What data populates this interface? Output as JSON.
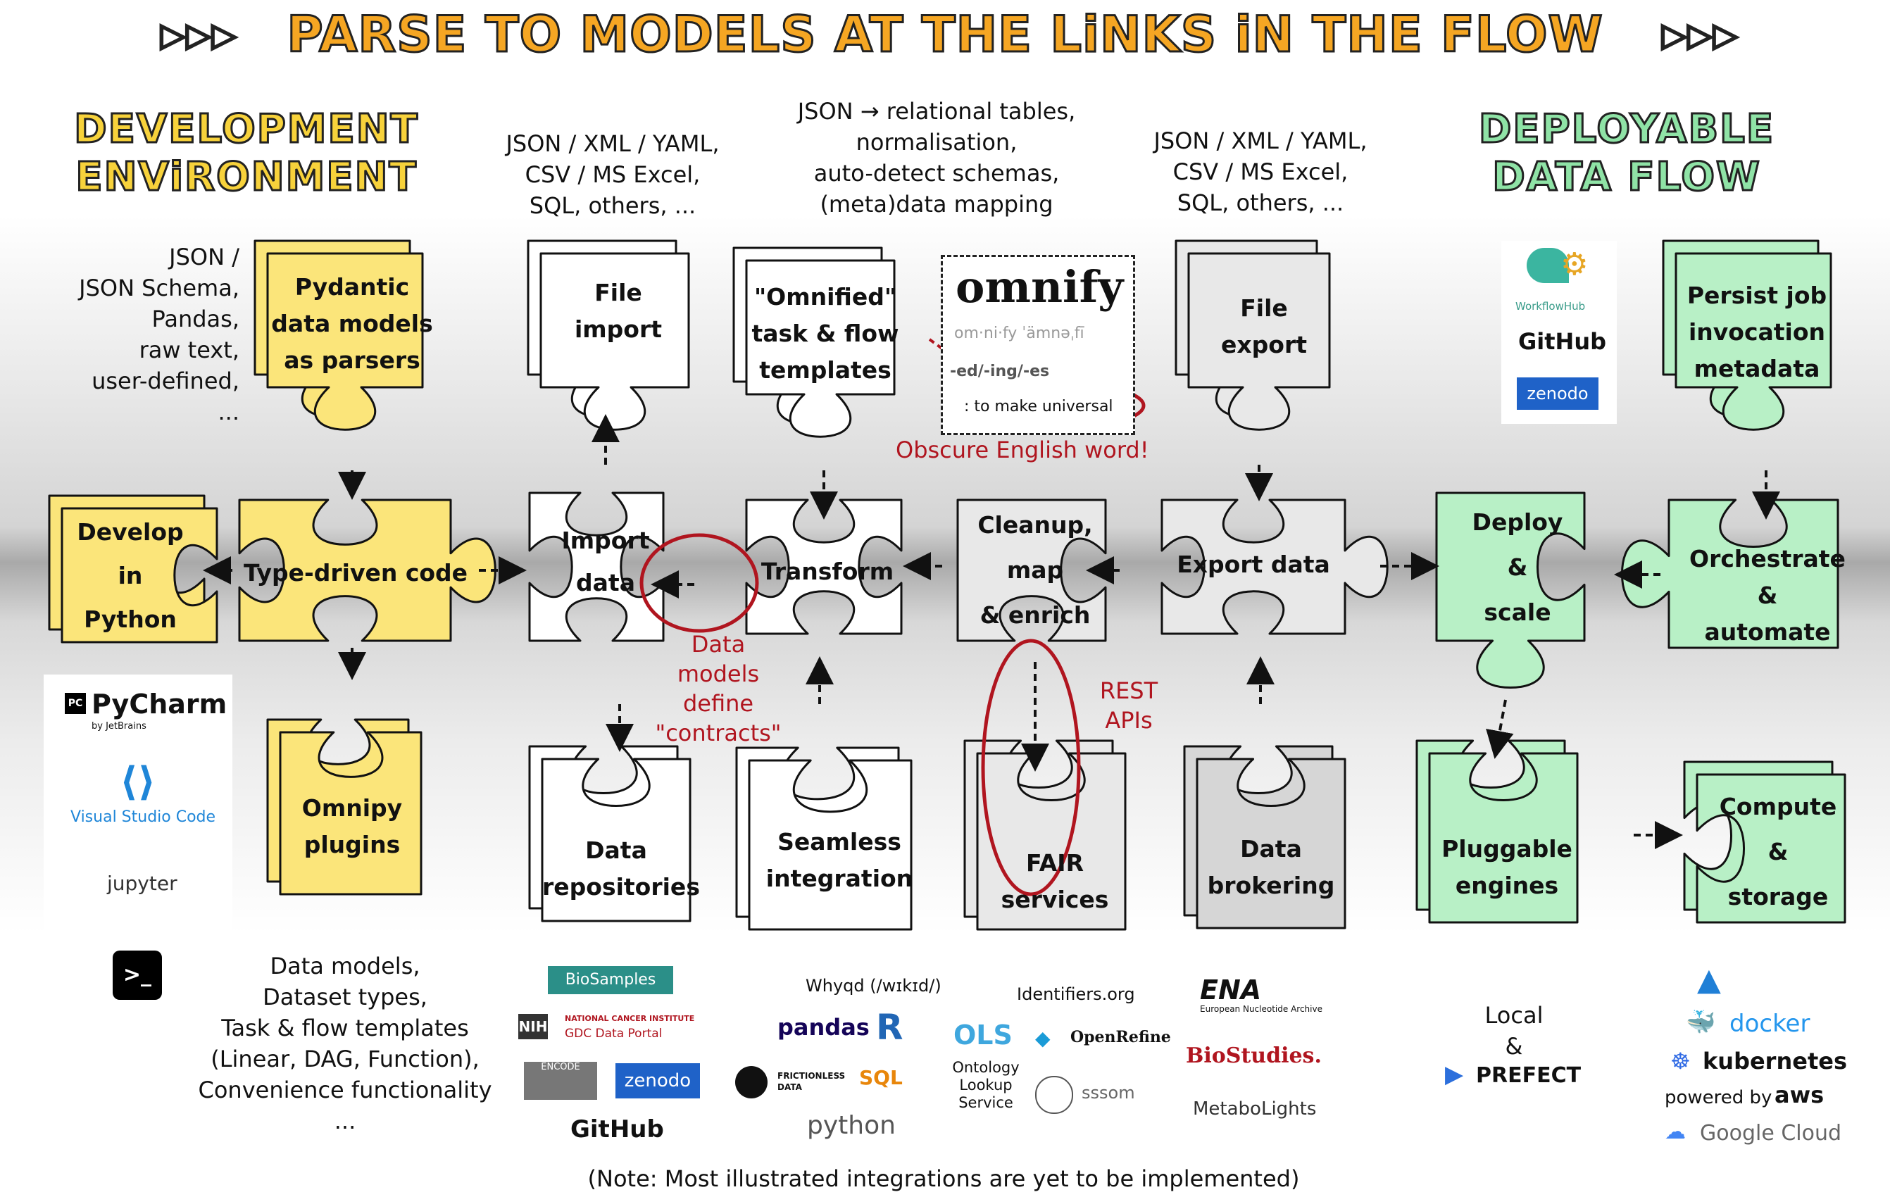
{
  "title": "PARSE TO MODELS AT THE LiNKS iN THE FLOW",
  "title_arrows": "▷▷▷",
  "headers": {
    "dev": [
      "DEVELOPMENT",
      "ENViRONMENT"
    ],
    "deploy": [
      "DEPLOYABLE",
      "DATA FLOW"
    ]
  },
  "notes": {
    "dev_inputs": [
      "JSON /",
      "JSON Schema,",
      "Pandas,",
      "raw text,",
      "user-defined,",
      "..."
    ],
    "import_formats": [
      "JSON / XML / YAML,",
      "CSV / MS Excel,",
      "SQL, others, ..."
    ],
    "transform_ops": [
      "JSON → relational tables,",
      "normalisation,",
      "auto-detect schemas,",
      "(meta)data mapping"
    ],
    "export_formats": [
      "JSON / XML / YAML,",
      "CSV / MS Excel,",
      "SQL, others, ..."
    ],
    "plugins": [
      "Data models,",
      "Dataset types,",
      "Task & flow templates",
      "(Linear, DAG, Function),",
      "Convenience functionality",
      "..."
    ],
    "footer": "(Note: Most illustrated integrations are yet to be implemented)",
    "local": [
      "Local",
      "&"
    ]
  },
  "red_notes": {
    "obscure": "Obscure English word!",
    "contracts": [
      "Data",
      "models",
      "define",
      "\"contracts\""
    ],
    "rest": [
      "REST",
      "APIs"
    ]
  },
  "dictionary": {
    "word": "omnify",
    "pron": "om·ni·fy    ˈämnəˌfī",
    "forms": "-ed/-ing/-es",
    "def": ": to make universal"
  },
  "pieces": {
    "develop": [
      "Develop",
      "in",
      "Python"
    ],
    "typed": "Type-driven code",
    "pydantic": [
      "Pydantic",
      "data models",
      "as parsers"
    ],
    "omnipy": [
      "Omnipy",
      "plugins"
    ],
    "file_import": [
      "File",
      "import"
    ],
    "import": [
      "Import",
      "",
      "data"
    ],
    "repos": [
      "Data",
      "repositories"
    ],
    "templates": [
      "\"Omnified\"",
      "task & flow",
      "templates"
    ],
    "transform": "Transform",
    "seamless": [
      "Seamless",
      "integration"
    ],
    "cleanup": [
      "Cleanup,",
      "map",
      "& enrich"
    ],
    "fair": [
      "FAIR",
      "services"
    ],
    "file_export": [
      "File",
      "export"
    ],
    "export": "Export data",
    "brokering": [
      "Data",
      "brokering"
    ],
    "deploy": [
      "Deploy",
      "&",
      "scale"
    ],
    "persist": [
      "Persist job",
      "invocation",
      "metadata"
    ],
    "orchestrate": [
      "Orchestrate",
      "&",
      "automate"
    ],
    "engines": [
      "Pluggable",
      "engines"
    ],
    "compute": [
      "Compute",
      "&",
      "storage"
    ]
  },
  "logos": {
    "pycharm": "PyCharm",
    "pycharm_sub": "by JetBrains",
    "pycharm_badge": "PC",
    "vscode": "Visual Studio Code",
    "jupyter": "jupyter",
    "terminal": ">_",
    "biosamples": "BioSamples",
    "nih": "NIH",
    "nci": "NATIONAL CANCER INSTITUTE",
    "gdc": "GDC Data Portal",
    "encode": "ENCODE",
    "zenodo": "zenodo",
    "github": "GitHub",
    "whyqd": "Whyqd (/wɪkɪd/)",
    "pandas": "pandas",
    "r": "R",
    "frictionless": "FRICTIONLESS DATA",
    "sql": "SQL",
    "python": "python",
    "identifiers": "Identifiers.org",
    "ols": "OLS",
    "ols_sub": [
      "Ontology",
      "Lookup",
      "Service"
    ],
    "openrefine": "OpenRefine",
    "sssom": "sssom",
    "ena": "ENA",
    "ena_sub": "European Nucleotide Archive",
    "biostudies": "BioStudies.",
    "metabolights": "MetaboLights",
    "workflowhub": "WorkflowHub",
    "github2": "GitHub",
    "zenodo2": "zenodo",
    "prefect": "PREFECT",
    "docker": "docker",
    "kubernetes": "kubernetes",
    "powered": "powered by",
    "aws": "aws",
    "gcloud": "Google Cloud"
  },
  "colors": {
    "yellow": "#fbe57a",
    "white": "#ffffff",
    "lightgray": "#e8e8e8",
    "gray": "#d6d6d6",
    "green": "#b8f0c6",
    "red": "#b0151f",
    "title_orange": "#f5a623"
  }
}
